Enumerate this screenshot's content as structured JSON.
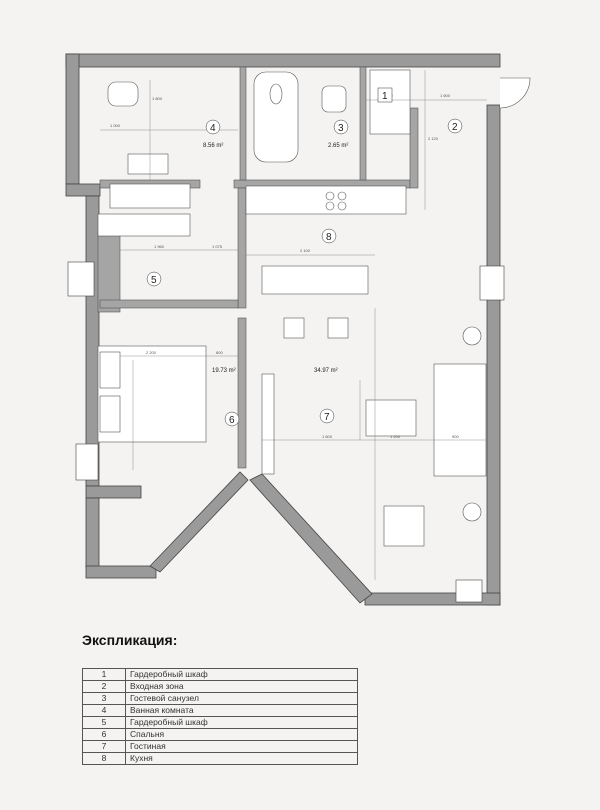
{
  "plan": {
    "rooms": [
      {
        "number": "1"
      },
      {
        "number": "2"
      },
      {
        "number": "3",
        "area": "2.65 m²"
      },
      {
        "number": "4",
        "area": "8.56 m²"
      },
      {
        "number": "5"
      },
      {
        "number": "6",
        "area": "19.73 m²"
      },
      {
        "number": "7",
        "area": "34.97 m²"
      },
      {
        "number": "8"
      }
    ],
    "dimensions": [
      "1 000",
      "1 800",
      "1 600",
      "900",
      "2 120",
      "1 960",
      "1 075",
      "2 100",
      "2 200",
      "800",
      "1 600",
      "1 200",
      "900"
    ]
  },
  "legend": {
    "title": "Экспликация:",
    "rows": [
      {
        "n": "1",
        "name": "Гардеробный шкаф"
      },
      {
        "n": "2",
        "name": "Входная зона"
      },
      {
        "n": "3",
        "name": "Гостевой санузел"
      },
      {
        "n": "4",
        "name": "Ванная комната"
      },
      {
        "n": "5",
        "name": "Гардеробный шкаф"
      },
      {
        "n": "6",
        "name": "Спальня"
      },
      {
        "n": "7",
        "name": "Гостиная"
      },
      {
        "n": "8",
        "name": "Кухня"
      }
    ]
  }
}
